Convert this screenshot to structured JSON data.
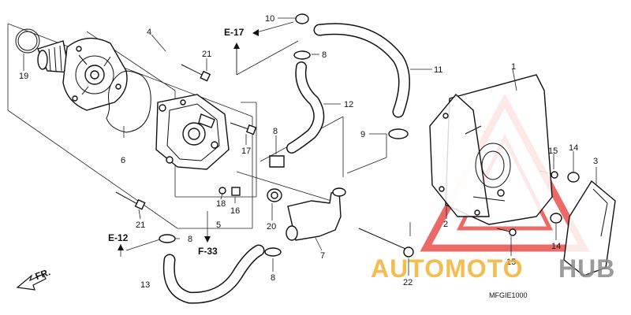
{
  "callouts": {
    "p1": "1",
    "p2": "2",
    "p3": "3",
    "p4": "4",
    "p5": "5",
    "p6": "6",
    "p7": "7",
    "p8a": "8",
    "p8b": "8",
    "p8c": "8",
    "p8d": "8",
    "p9": "9",
    "p10": "10",
    "p11": "11",
    "p12": "12",
    "p13": "13",
    "p14a": "14",
    "p14b": "14",
    "p15a": "15",
    "p15b": "15",
    "p16": "16",
    "p17": "17",
    "p18": "18",
    "p19": "19",
    "p20": "20",
    "p21a": "21",
    "p21b": "21",
    "p22": "22"
  },
  "refs": {
    "e17": "E-17",
    "e12": "E-12",
    "f33": "F-33",
    "fr": "FR."
  },
  "code": "MFGIE1000",
  "watermark": {
    "part1": "AUTOMOTO",
    "part2": "HUB",
    "color1": "#f2b233",
    "color2": "#8a8a8a",
    "triangle_color": "#e53935"
  }
}
